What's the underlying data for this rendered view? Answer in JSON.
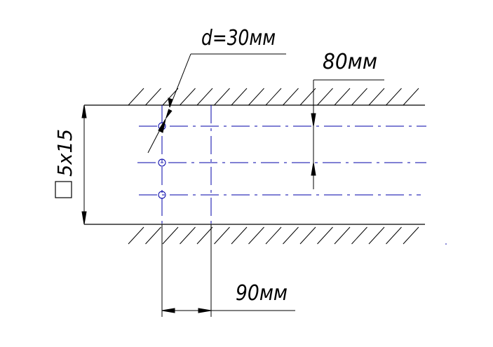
{
  "labels": {
    "diameter": "d=30мм",
    "spacing": "80мм",
    "offset": "90мм",
    "section": "5x15"
  },
  "colors": {
    "ink": "#000000",
    "axis": "#0000a8",
    "background": "#ffffff"
  },
  "icons": {
    "section-square": "square-outline-icon",
    "hole": "circle-outline-icon"
  }
}
